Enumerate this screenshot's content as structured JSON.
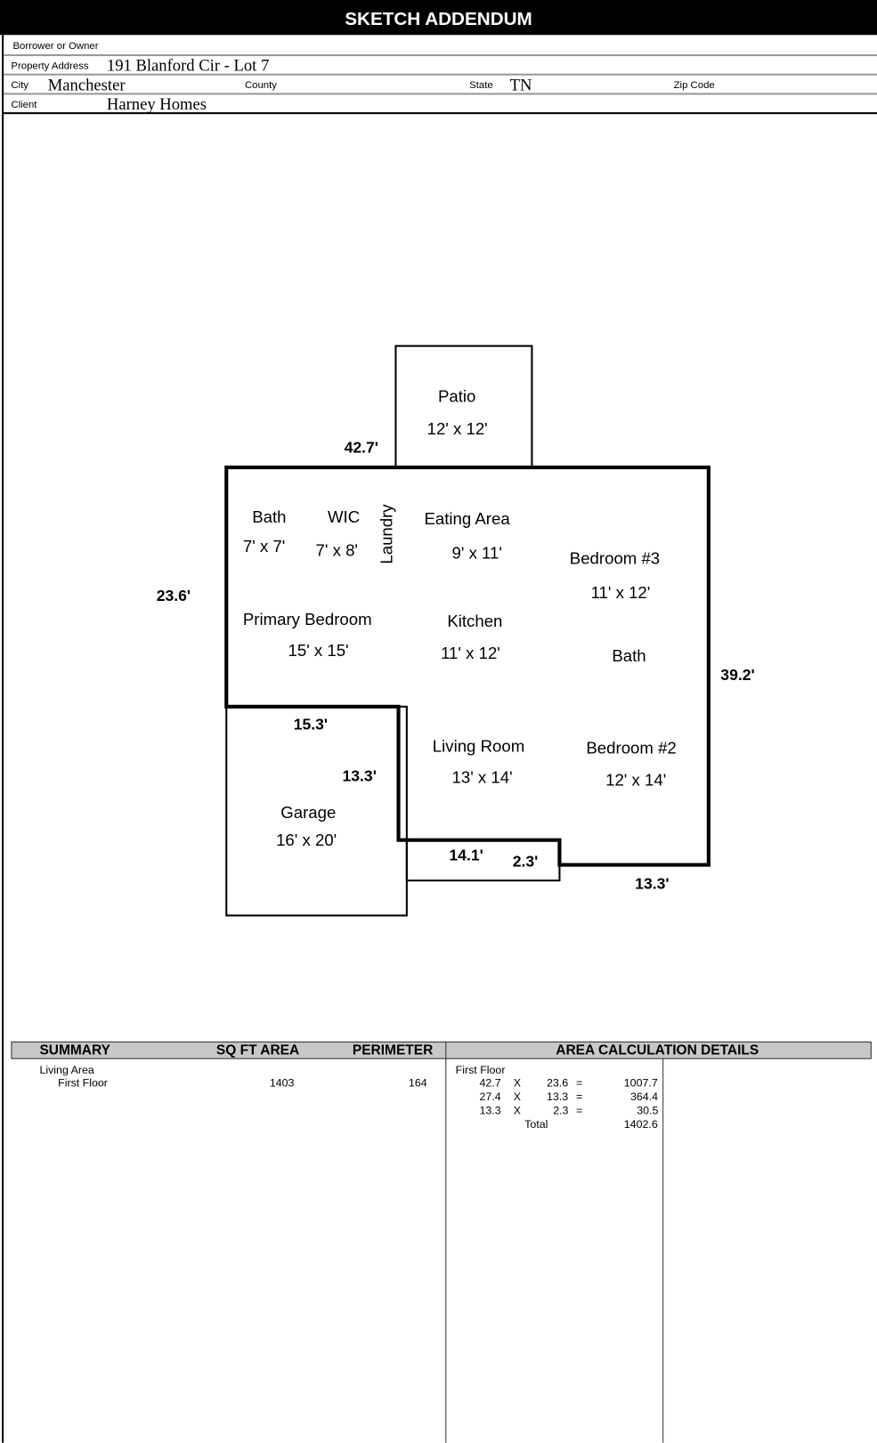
{
  "title": "SKETCH ADDENDUM",
  "header": {
    "borrower_label": "Borrower or Owner",
    "address_label": "Property Address",
    "address": "191 Blanford Cir - Lot 7",
    "city_label": "City",
    "city": "Manchester",
    "county_label": "County",
    "state_label": "State",
    "state": "TN",
    "zip_label": "Zip Code",
    "client_label": "Client",
    "client": "Harney Homes"
  },
  "sketch": {
    "rooms": [
      {
        "name": "Patio",
        "size": "12' x 12'"
      },
      {
        "name": "Bath",
        "size": "7' x 7'"
      },
      {
        "name": "WIC",
        "size": "7' x 8'"
      },
      {
        "name": "Laundry"
      },
      {
        "name": "Eating Area",
        "size": "9' x 11'"
      },
      {
        "name": "Bedroom #3",
        "size": "11' x 12'"
      },
      {
        "name": "Primary Bedroom",
        "size": "15' x 15'"
      },
      {
        "name": "Kitchen",
        "size": "11' x 12'"
      },
      {
        "name": "Bath"
      },
      {
        "name": "Living Room",
        "size": "13' x 14'"
      },
      {
        "name": "Bedroom #2",
        "size": "12' x 14'"
      },
      {
        "name": "Garage",
        "size": "16' x 20'"
      }
    ],
    "dimensions": [
      "42.7'",
      "23.6'",
      "39.2'",
      "15.3'",
      "13.3'",
      "14.1'",
      "2.3'",
      "13.3'"
    ]
  },
  "summary": {
    "headers": [
      "SUMMARY",
      "SQ FT AREA",
      "PERIMETER",
      "AREA CALCULATION DETAILS"
    ],
    "category": "Living Area",
    "floor": "First Floor",
    "area": "1403",
    "perimeter": "164",
    "details_floor": "First Floor",
    "calc_rows": [
      {
        "a": "42.7",
        "op": "X",
        "b": "23.6",
        "eq": "=",
        "result": "1007.7"
      },
      {
        "a": "27.4",
        "op": "X",
        "b": "13.3",
        "eq": "=",
        "result": "364.4"
      },
      {
        "a": "13.3",
        "op": "X",
        "b": "2.3",
        "eq": "=",
        "result": "30.5"
      }
    ],
    "total_label": "Total",
    "total": "1402.6"
  }
}
